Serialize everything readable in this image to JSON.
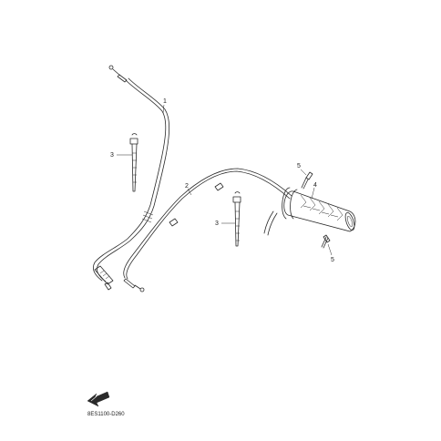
{
  "callouts": {
    "c1": "1",
    "c2": "2",
    "c3a": "3",
    "c3b": "3",
    "c4": "4",
    "c5a": "5",
    "c5b": "5"
  },
  "footer": {
    "part_code": "8ES1100-D260"
  },
  "icons": {
    "front_arrow": "front-direction-arrow-icon"
  },
  "colors": {
    "line": "#2a2a2a",
    "background": "#ffffff"
  }
}
